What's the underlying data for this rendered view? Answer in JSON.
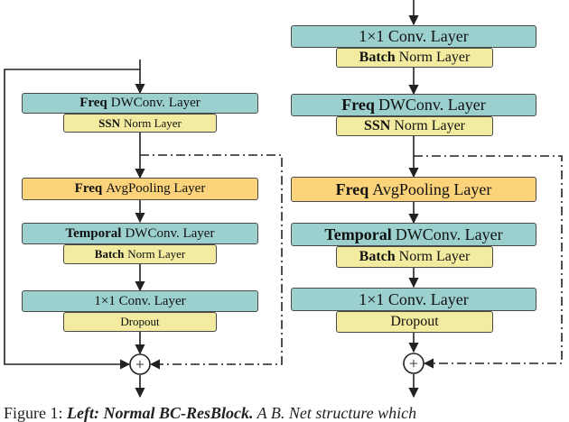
{
  "left": {
    "freq_dwconv": {
      "bold": "Freq",
      "rest": "DWConv. Layer"
    },
    "ssn_norm": {
      "bold": "SSN",
      "rest": "Norm Layer"
    },
    "freq_avgpool": {
      "bold": "Freq",
      "rest": "AvgPooling Layer"
    },
    "temporal_dwconv": {
      "bold": "Temporal",
      "rest": "DWConv. Layer"
    },
    "batch_norm": {
      "bold": "Batch",
      "rest": "Norm Layer"
    },
    "conv1x1": "1×1 Conv. Layer",
    "dropout": "Dropout",
    "add_symbol": "+"
  },
  "right": {
    "conv1x1_top": "1×1 Conv. Layer",
    "batch_norm_top": {
      "bold": "Batch",
      "rest": "Norm Layer"
    },
    "freq_dwconv": {
      "bold": "Freq",
      "rest": "DWConv. Layer"
    },
    "ssn_norm": {
      "bold": "SSN",
      "rest": "Norm Layer"
    },
    "freq_avgpool": {
      "bold": "Freq",
      "rest": "AvgPooling Layer"
    },
    "temporal_dwconv": {
      "bold": "Temporal",
      "rest": "DWConv. Layer"
    },
    "batch_norm": {
      "bold": "Batch",
      "rest": "Norm Layer"
    },
    "conv1x1": "1×1 Conv. Layer",
    "dropout": "Dropout",
    "add_symbol": "+"
  },
  "caption": {
    "prefix": "Figure 1: ",
    "bold": "Left: Normal BC-ResBlock.",
    "rest": " A B. Net structure which"
  },
  "colors": {
    "teal": "#9bd0cf",
    "yellow": "#f2eba0",
    "orange": "#fbd37a",
    "line": "#222222"
  }
}
